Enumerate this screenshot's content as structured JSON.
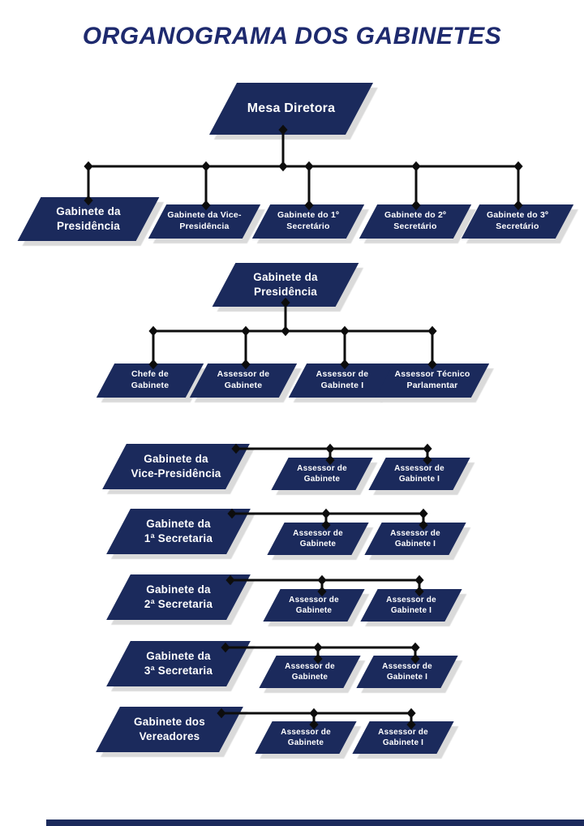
{
  "title": "ORGANOGRAMA DOS GABINETES",
  "colors": {
    "box_navy": "#1B2A5C",
    "title_navy": "#1E2A6E",
    "connector_black": "#0D0D0D",
    "shadow_gray": "#DADADA"
  },
  "chart": {
    "root": "Mesa Diretora",
    "level1": [
      "Gabinete da\nPresidência",
      "Gabinete da Vice-\nPresidência",
      "Gabinete do 1º\nSecretário",
      "Gabinete do 2º\nSecretário",
      "Gabinete do 3º\nSecretário"
    ],
    "presidencia": {
      "parent": "Gabinete da\nPresidência",
      "children": [
        "Chefe de\nGabinete",
        "Assessor de\nGabinete",
        "Assessor de\nGabinete I",
        "Assessor Técnico\nParlamentar"
      ]
    },
    "sections": [
      {
        "parent": "Gabinete da\nVice-Presidência",
        "children": [
          "Assessor de\nGabinete",
          "Assessor de\nGabinete I"
        ]
      },
      {
        "parent": "Gabinete da\n1ª Secretaria",
        "children": [
          "Assessor de\nGabinete",
          "Assessor de\nGabinete I"
        ]
      },
      {
        "parent": "Gabinete da\n2ª Secretaria",
        "children": [
          "Assessor de\nGabinete",
          "Assessor de\nGabinete I"
        ]
      },
      {
        "parent": "Gabinete da\n3ª Secretaria",
        "children": [
          "Assessor de\nGabinete",
          "Assessor de\nGabinete I"
        ]
      },
      {
        "parent": "Gabinete dos\nVereadores",
        "children": [
          "Assessor de\nGabinete",
          "Assessor de\nGabinete I"
        ]
      }
    ]
  }
}
